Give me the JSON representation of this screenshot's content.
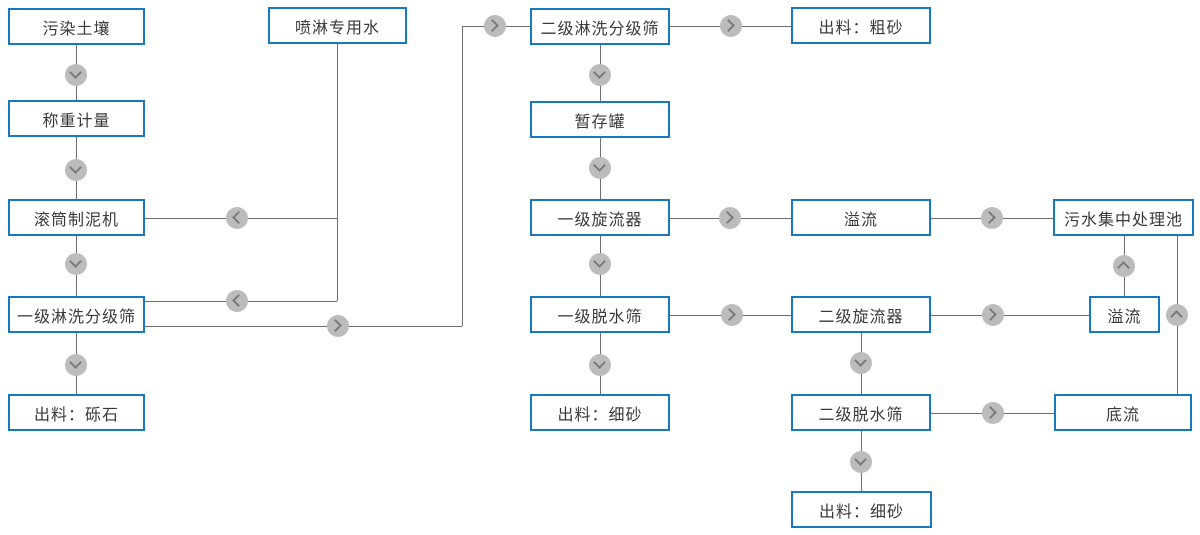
{
  "diagram": {
    "nodes": {
      "contaminated_soil": "污染土壤",
      "spray_water": "喷淋专用水",
      "weighing": "称重计量",
      "drum_mud_machine": "滚筒制泥机",
      "washing_screen_1": "一级淋洗分级筛",
      "output_gravel": "出料：砾石",
      "washing_screen_2": "二级淋洗分级筛",
      "output_coarse_sand": "出料：粗砂",
      "buffer_tank": "暂存罐",
      "cyclone_1": "一级旋流器",
      "overflow_1": "溢流",
      "sewage_pool": "污水集中处理池",
      "dewatering_screen_1": "一级脱水筛",
      "cyclone_2": "二级旋流器",
      "overflow_2": "溢流",
      "output_fine_sand_1": "出料：细砂",
      "dewatering_screen_2": "二级脱水筛",
      "underflow": "底流",
      "output_fine_sand_2": "出料：细砂"
    },
    "edges": [
      {
        "from": "contaminated_soil",
        "to": "weighing",
        "direction": "down"
      },
      {
        "from": "weighing",
        "to": "drum_mud_machine",
        "direction": "down"
      },
      {
        "from": "drum_mud_machine",
        "to": "washing_screen_1",
        "direction": "down"
      },
      {
        "from": "washing_screen_1",
        "to": "output_gravel",
        "direction": "down"
      },
      {
        "from": "spray_water",
        "to": "drum_mud_machine",
        "direction": "left"
      },
      {
        "from": "spray_water",
        "to": "washing_screen_1",
        "direction": "left"
      },
      {
        "from": "washing_screen_1",
        "to": "washing_screen_2",
        "direction": "right-up"
      },
      {
        "from": "washing_screen_2",
        "to": "output_coarse_sand",
        "direction": "right"
      },
      {
        "from": "washing_screen_2",
        "to": "buffer_tank",
        "direction": "down"
      },
      {
        "from": "buffer_tank",
        "to": "cyclone_1",
        "direction": "down"
      },
      {
        "from": "cyclone_1",
        "to": "overflow_1",
        "direction": "right"
      },
      {
        "from": "overflow_1",
        "to": "sewage_pool",
        "direction": "right"
      },
      {
        "from": "cyclone_1",
        "to": "dewatering_screen_1",
        "direction": "down"
      },
      {
        "from": "dewatering_screen_1",
        "to": "output_fine_sand_1",
        "direction": "down"
      },
      {
        "from": "dewatering_screen_1",
        "to": "cyclone_2",
        "direction": "right"
      },
      {
        "from": "cyclone_2",
        "to": "overflow_2",
        "direction": "right"
      },
      {
        "from": "overflow_2",
        "to": "sewage_pool",
        "direction": "up"
      },
      {
        "from": "cyclone_2",
        "to": "dewatering_screen_2",
        "direction": "down"
      },
      {
        "from": "dewatering_screen_2",
        "to": "output_fine_sand_2",
        "direction": "down"
      },
      {
        "from": "dewatering_screen_2",
        "to": "underflow",
        "direction": "right"
      },
      {
        "from": "underflow",
        "to": "sewage_pool",
        "direction": "up"
      }
    ],
    "colors": {
      "box_border": "#1878c0",
      "box_fill": "#ffffff",
      "box_text": "#3a3a3a",
      "connector_line": "#6f6f6f",
      "arrow_circle": "#bcbcbc",
      "arrow_chevron": "#7a7a7a",
      "background": "#ffffff"
    }
  }
}
